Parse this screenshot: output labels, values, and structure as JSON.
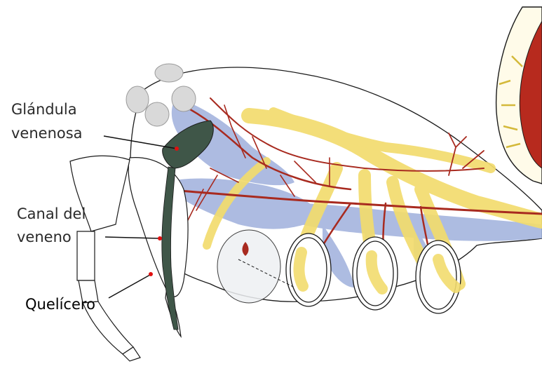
{
  "labels": {
    "gland_line1": "Glándula",
    "gland_line2": "venenosa",
    "duct_line1": "Canal del",
    "duct_line2": "veneno",
    "chelicera": "Quelícero"
  },
  "colors": {
    "background": "#ffffff",
    "outline": "#1a1a1a",
    "artery": "#a82a1f",
    "nerve": "#f2dc6e",
    "muscle": "#9fb0dc",
    "gland": "#3f5648",
    "eye": "#d9d9d9",
    "pointer_dot": "#e01010"
  }
}
